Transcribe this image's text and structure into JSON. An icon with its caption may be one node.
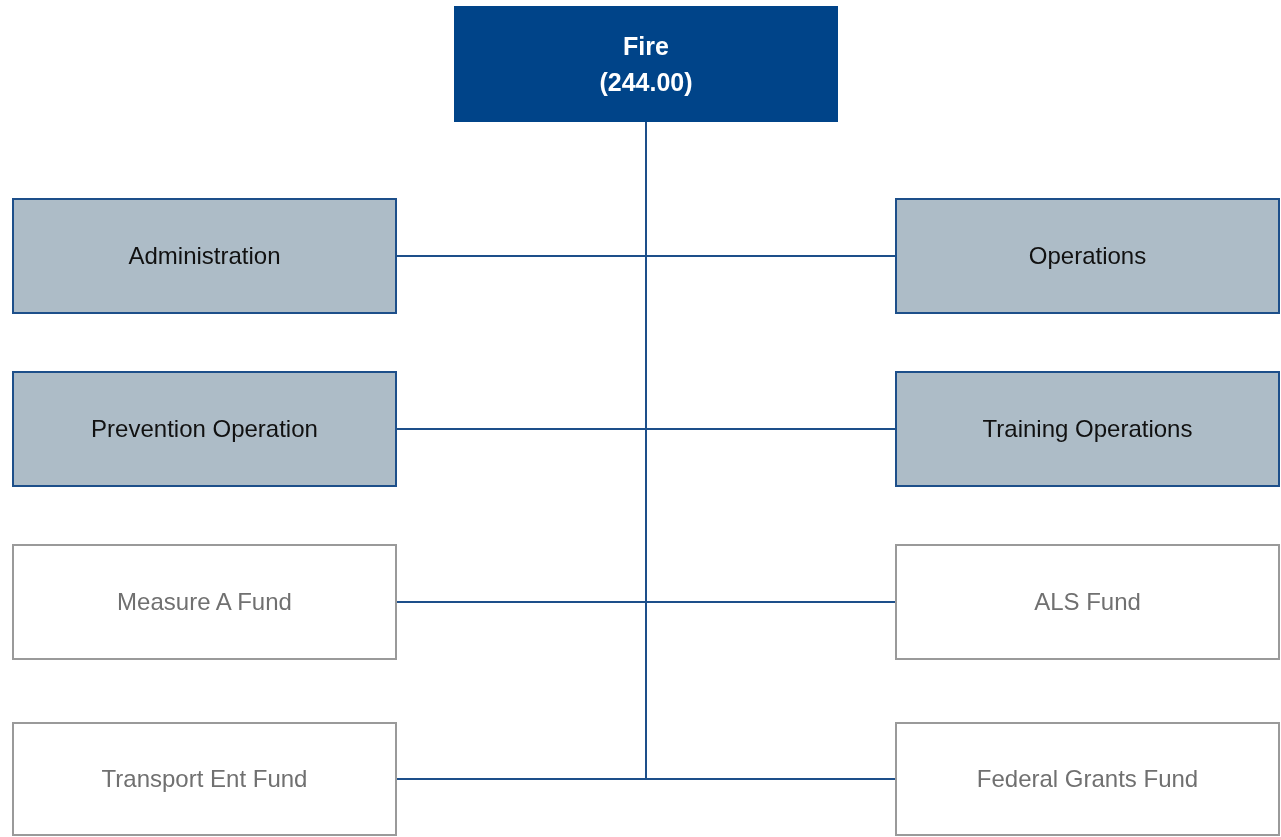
{
  "diagram": {
    "nodes": [
      {
        "text": [
          "Fire",
          "(244.00)"
        ]
      },
      {
        "text": [
          "Administration"
        ]
      },
      {
        "text": [
          "Operations"
        ]
      },
      {
        "text": [
          "Prevention Operation"
        ]
      },
      {
        "text": [
          "Training Operations"
        ]
      },
      {
        "text": [
          "Measure A Fund"
        ]
      },
      {
        "text": [
          "ALS Fund"
        ]
      },
      {
        "text": [
          "Transport Ent Fund"
        ]
      },
      {
        "text": [
          "Federal Grants Fund"
        ]
      }
    ],
    "edges": [
      {
        "from": 0,
        "to": 1,
        "arrow": "none"
      },
      {
        "from": 0,
        "to": 2,
        "arrow": "none"
      },
      {
        "from": 0,
        "to": 3,
        "arrow": "none"
      },
      {
        "from": 0,
        "to": 4,
        "arrow": "none"
      },
      {
        "from": 0,
        "to": 5,
        "arrow": "none"
      },
      {
        "from": 0,
        "to": 6,
        "arrow": "none"
      },
      {
        "from": 0,
        "to": 7,
        "arrow": "none"
      },
      {
        "from": 0,
        "to": 8,
        "arrow": "none"
      }
    ]
  }
}
